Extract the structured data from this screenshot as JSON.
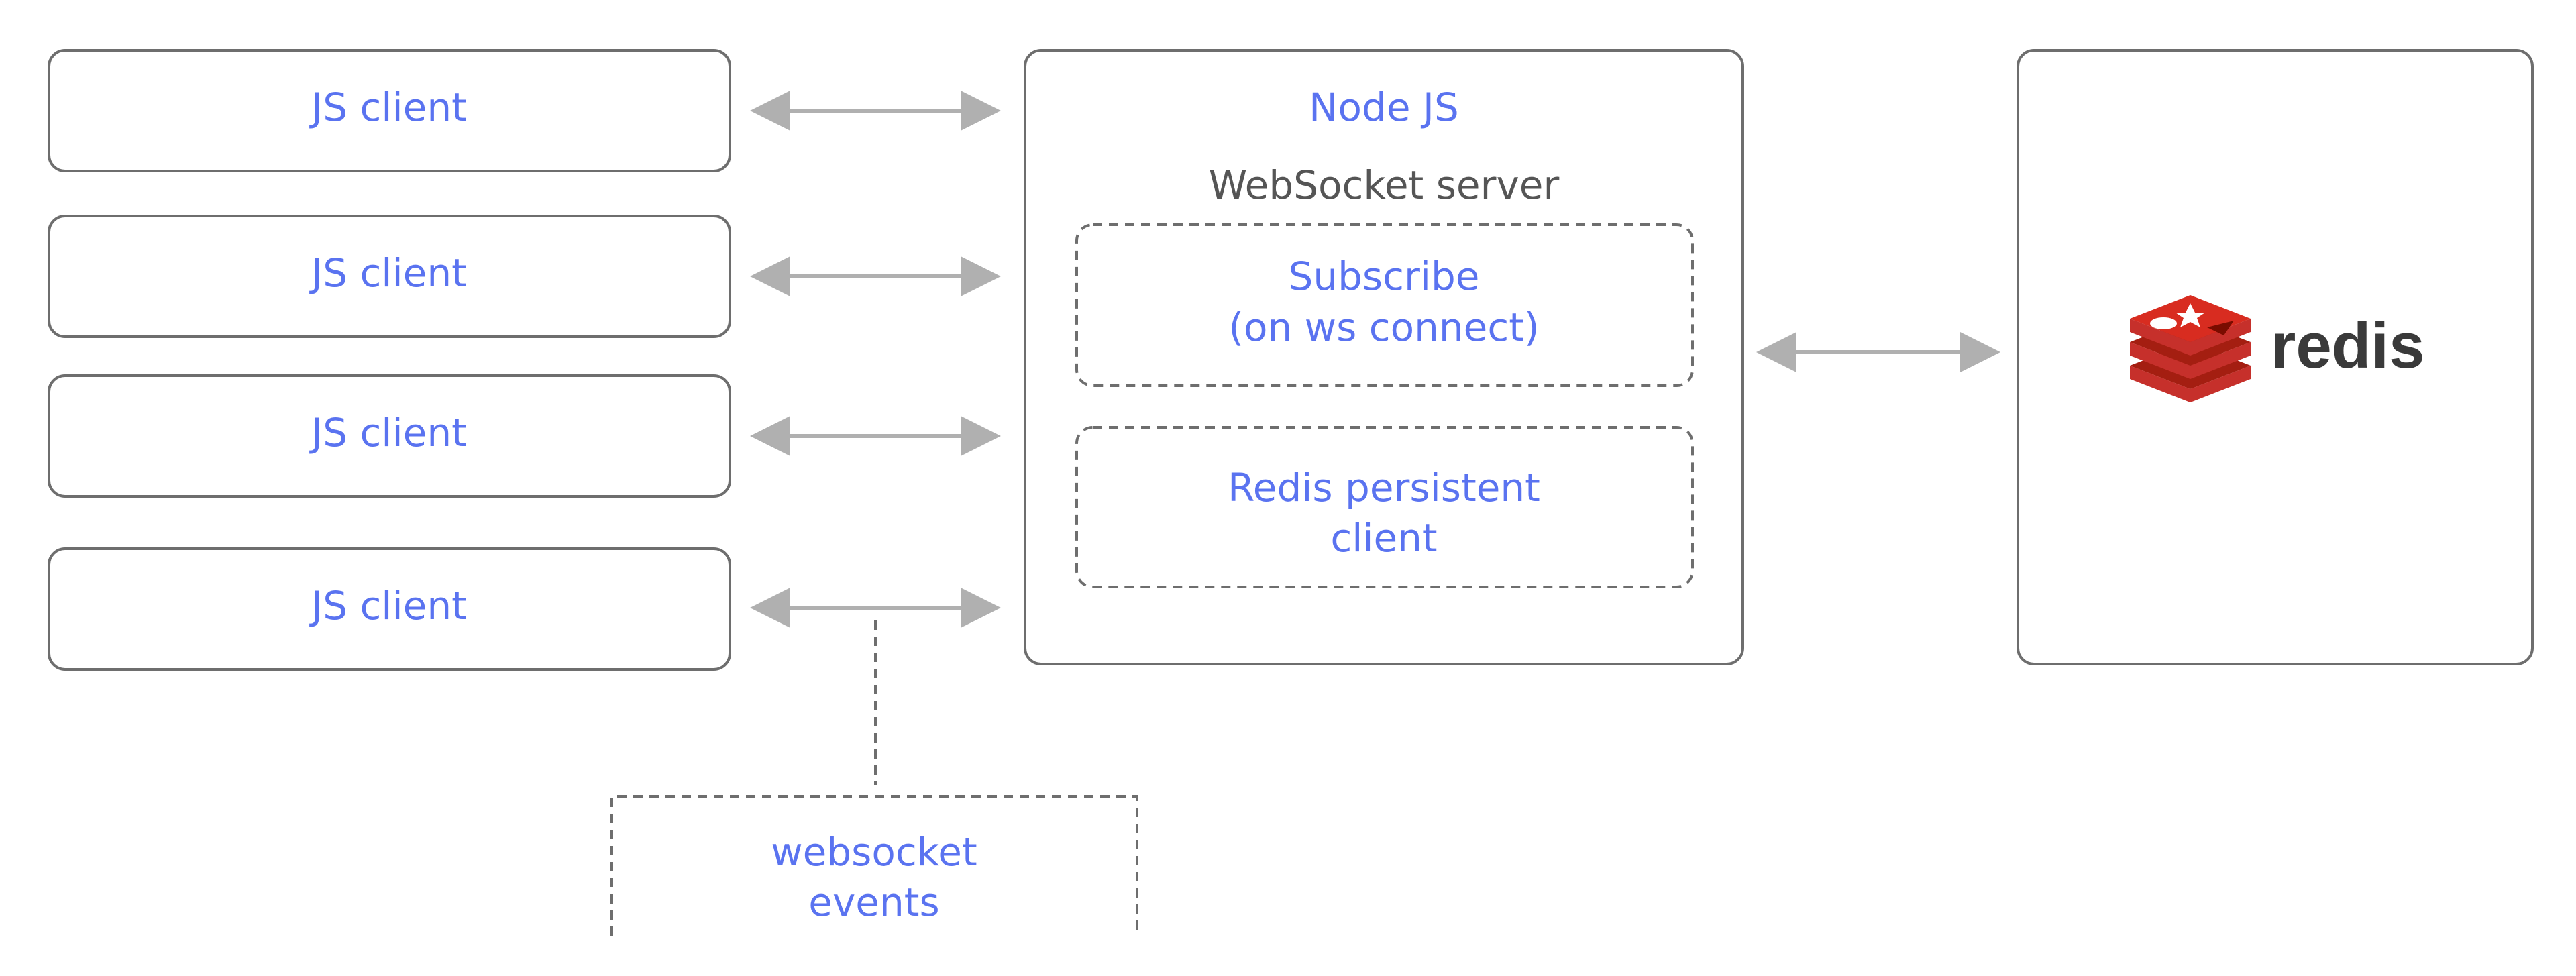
{
  "diagram": {
    "clients": [
      {
        "label": "JS client"
      },
      {
        "label": "JS client"
      },
      {
        "label": "JS client"
      },
      {
        "label": "JS client"
      }
    ],
    "server": {
      "title": "Node JS",
      "subtitle": "WebSocket server",
      "subscribe_line1": "Subscribe",
      "subscribe_line2": "(on ws connect)",
      "persistent_line1": "Redis persistent",
      "persistent_line2": "client"
    },
    "events": {
      "line1": "websocket",
      "line2": "events"
    },
    "redis": {
      "logo_text": "redis"
    },
    "colors": {
      "label_blue": "#5a73f0",
      "box_border": "#6e6e6e",
      "arrow_gray": "#b0b0b0",
      "dashed_border": "#6e6e6e",
      "redis_red": "#c6302b",
      "redis_dark_red": "#a41e11",
      "subtitle_gray": "#555555"
    }
  }
}
